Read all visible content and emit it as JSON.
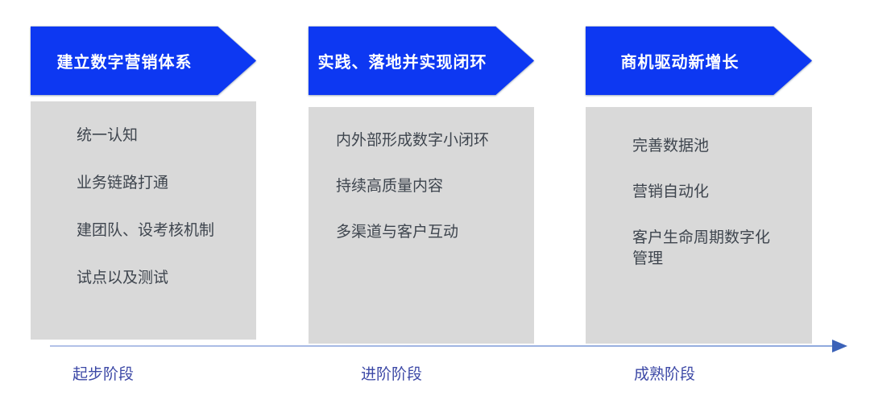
{
  "colors": {
    "arrow_blue": "#0d38f2",
    "box_gray": "#d9d9d9",
    "body_text": "#3e454e",
    "header_text": "#ffffff",
    "stage_label": "#3c48a6",
    "timeline_line": "#8fa9dd",
    "timeline_arrowhead": "#3b62b8"
  },
  "stages": [
    {
      "header": "建立数字营销体系",
      "items": [
        "统一认知",
        "业务链路打通",
        "建团队、设考核机制",
        "试点以及测试"
      ],
      "phase_label": "起步阶段"
    },
    {
      "header": "实践、落地并实现闭环",
      "items": [
        "内外部形成数字小闭环",
        "持续高质量内容",
        "多渠道与客户互动"
      ],
      "phase_label": "进阶阶段"
    },
    {
      "header": "商机驱动新增长",
      "items": [
        "完善数据池",
        "营销自动化",
        "客户生命周期数字化管理"
      ],
      "phase_label": "成熟阶段"
    }
  ],
  "timeline": {
    "direction": "left-to-right"
  }
}
